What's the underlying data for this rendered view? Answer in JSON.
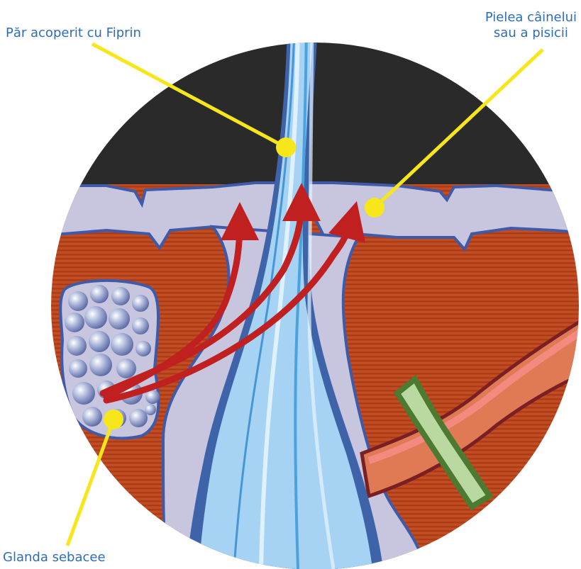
{
  "labels": {
    "hair": "Păr acoperit cu Fiprin",
    "skin_line1": "Pielea câinelui",
    "skin_line2": "sau a pisicii",
    "gland": "Glanda sebacee"
  },
  "colors": {
    "sky": "#2a2a2a",
    "epidermis": "#c9c6de",
    "dermis": "#b8441d",
    "hair_light": "#9fcff2",
    "hair_dark": "#3e63a8",
    "pointer": "#f7e61a",
    "arrow": "#c02020",
    "label_text": "#2e6db5",
    "muscle_green": "#5a8c3a",
    "vessel": "#e87060"
  }
}
